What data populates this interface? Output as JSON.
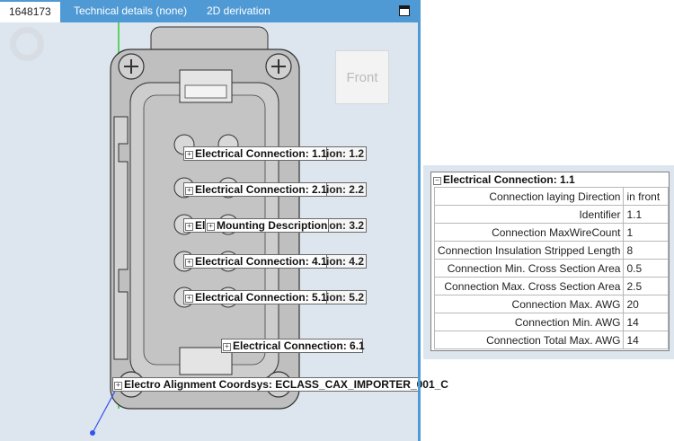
{
  "tabs": [
    {
      "label": "1648173"
    },
    {
      "label": "Technical details (none)"
    },
    {
      "label": "2D derivation"
    }
  ],
  "viewport": {
    "navcube_label": "Front",
    "labels": {
      "ec_1_1": "Electrical Connection: 1.1",
      "ec_1_2_tail": "ion: 1.2",
      "ec_2_1": "Electrical Connection: 2.1",
      "ec_2_2_tail": "ion: 2.2",
      "ec_3_1_fragment": "El",
      "mounting": "Mounting Description",
      "ec_3_2_tail": "on: 3.2",
      "ec_4_1": "Electrical Connection: 4.1",
      "ec_4_2_tail": "ion: 4.2",
      "ec_5_1": "Electrical Connection: 5.1",
      "ec_5_2_tail": "ion: 5.2",
      "ec_6_1": "Electrical Connection: 6.1",
      "alignment": "Electro Alignment Coordsys: ECLASS_CAX_IMPORTER_001_C"
    }
  },
  "properties_panel": {
    "title": "Electrical Connection: 1.1",
    "rows": [
      {
        "key": "Connection laying Direction",
        "value": "in front"
      },
      {
        "key": "Identifier",
        "value": "1.1"
      },
      {
        "key": "Connection MaxWireCount",
        "value": "1"
      },
      {
        "key": "Connection Insulation Stripped Length",
        "value": "8"
      },
      {
        "key": "Connection Min. Cross Section Area",
        "value": "0.5"
      },
      {
        "key": "Connection Max. Cross Section Area",
        "value": "2.5"
      },
      {
        "key": "Connection Max. AWG",
        "value": "20"
      },
      {
        "key": "Connection Min. AWG",
        "value": "14"
      },
      {
        "key": "Connection Total Max. AWG",
        "value": "14"
      }
    ]
  },
  "colors": {
    "tabbar": "#4f9ad4",
    "viewport_bg": "#dde6ee",
    "axis_green": "#33cc33",
    "axis_blue": "#3355ee"
  }
}
